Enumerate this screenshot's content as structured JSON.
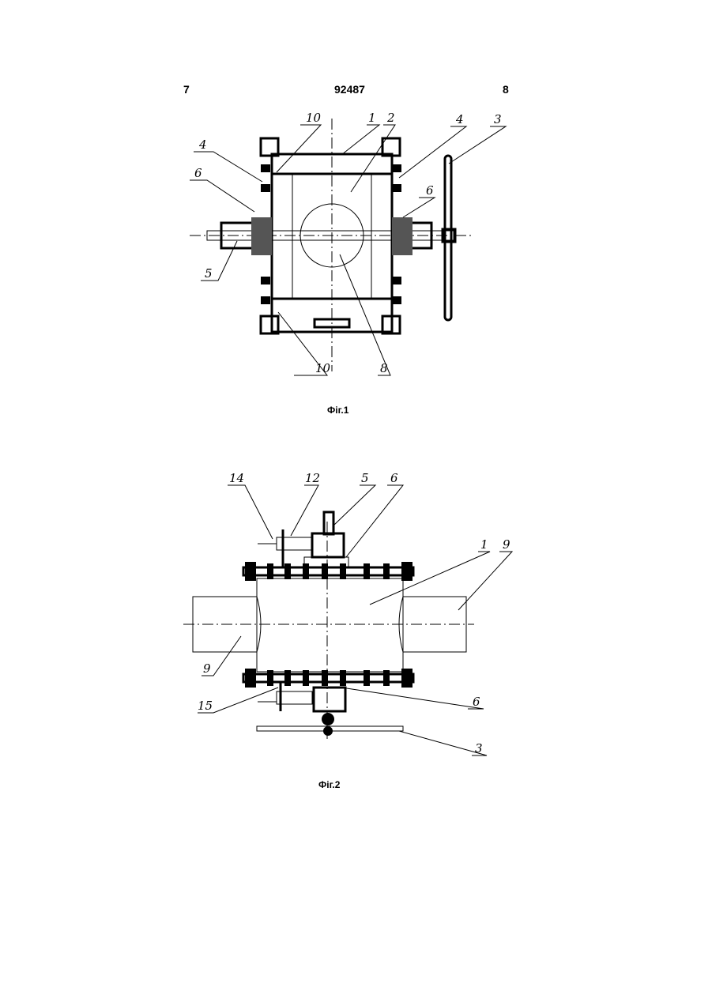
{
  "header": {
    "page_left": "7",
    "patent_number": "92487",
    "page_right": "8"
  },
  "figures": [
    {
      "caption": "Фіг.1",
      "labels": [
        "10",
        "1",
        "2",
        "4",
        "3",
        "4",
        "6",
        "6",
        "5",
        "10",
        "8"
      ]
    },
    {
      "caption": "Фіг.2",
      "labels": [
        "14",
        "12",
        "5",
        "6",
        "1",
        "9",
        "9",
        "15",
        "6",
        "3"
      ]
    }
  ]
}
